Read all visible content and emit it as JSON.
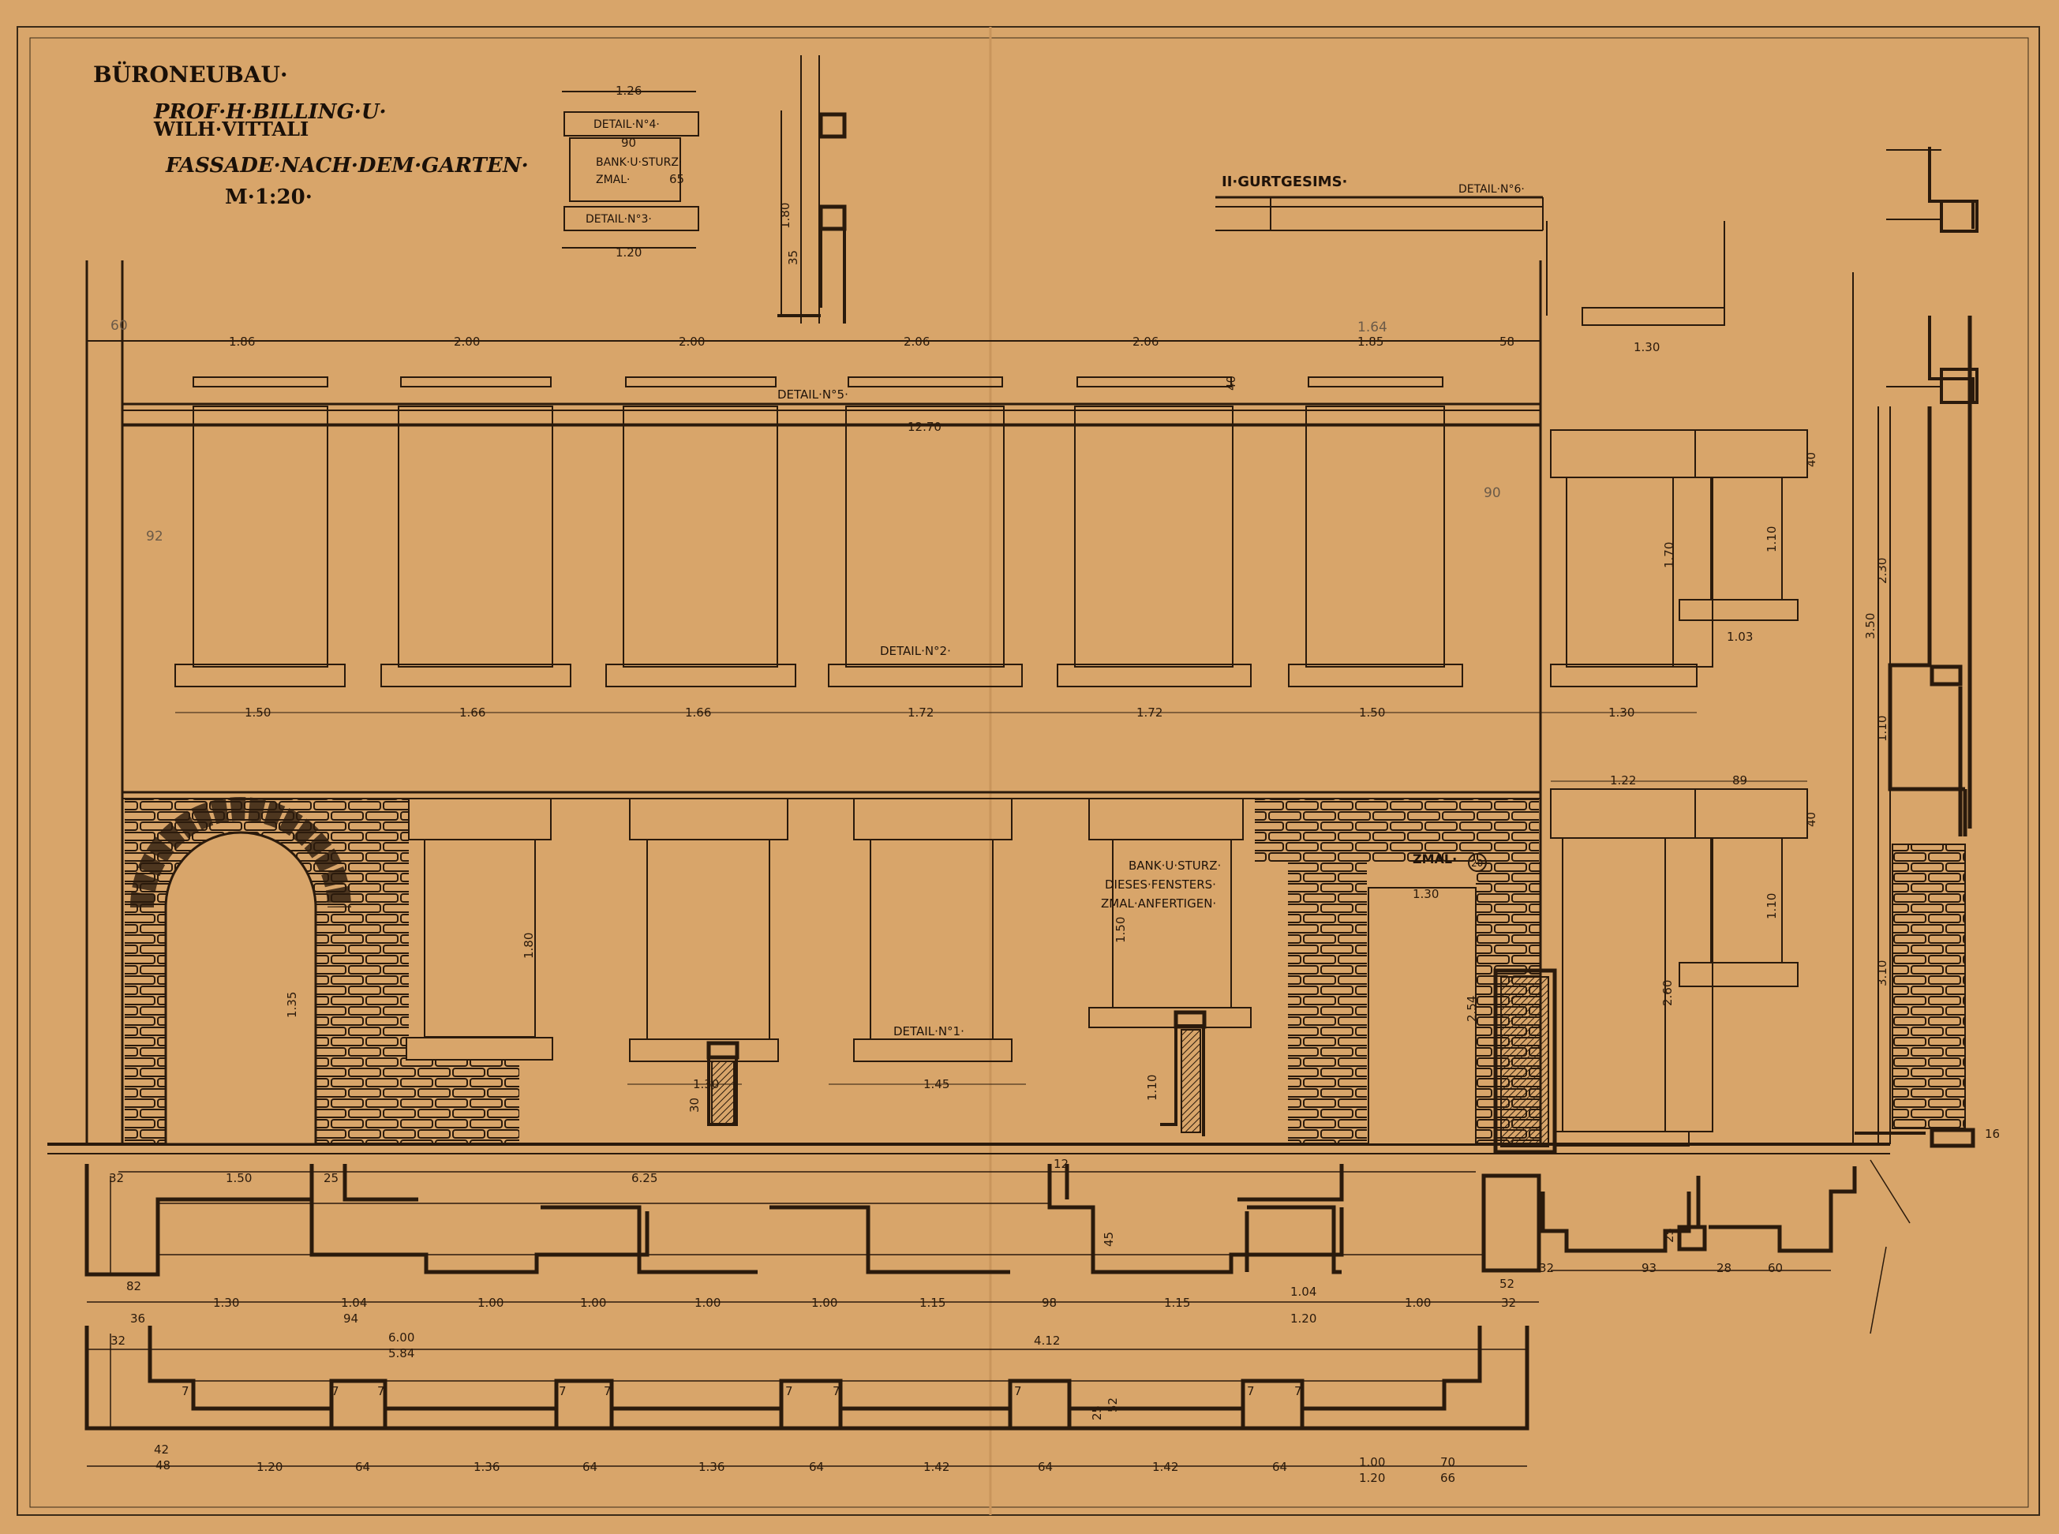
{
  "title_block": {
    "line1": "BÜRONEUBAU·",
    "line2": "PROF·H·BILLING·U·",
    "line3": "WILH·VITTALI",
    "line4": "FASSADE·NACH·DEM·GARTEN·",
    "scale": "M·1:20·"
  },
  "detail_labels": {
    "d4": "DETAIL·N°4·",
    "bank_sturz_top": "BANK·U·STURZ·",
    "zmal_top": "ZMAL·",
    "d3": "DETAIL·N°3·",
    "gurtgesims": "II·GURTGESIMS·",
    "d6": "DETAIL·N°6·",
    "d5": "DETAIL·N°5·",
    "d2": "DETAIL·N°2·",
    "d1": "DETAIL·N°1·",
    "bank1": "BANK·U·STURZ·",
    "bank2": "DIESES·FENSTERS·",
    "bank3": "ZMAL·ANFERTIGEN·",
    "zmal_mid": "ZMAL·",
    "zmal_circle": "20"
  },
  "dims": {
    "d126": "1.26",
    "d90": "90",
    "d120": "1.20",
    "d65": "65",
    "d180v": "1.80",
    "d35": "35",
    "top": [
      "1.86",
      "2.00",
      "2.00",
      "2.06",
      "2.06",
      "1.85",
      "58"
    ],
    "pencil_60": "60",
    "pencil_164": "1.64",
    "d1270": "12.70",
    "pencil_92": "92",
    "pencil_90": "90",
    "d40": "40",
    "d170": "1.70",
    "d110": "1.10",
    "d103": "1.03",
    "d130r": "1.30",
    "upper_sills": [
      "1.50",
      "1.66",
      "1.66",
      "1.72",
      "1.72",
      "1.50",
      "1.30"
    ],
    "d122": "1.22",
    "d89": "89",
    "d40b": "40",
    "d180b": "1.80",
    "d135": "1.35",
    "d150b": "1.50",
    "d130b": "1.30",
    "d254": "2.54",
    "d260": "2.60",
    "d110b": "1.10",
    "d110c": "1.10",
    "d145": "1.45",
    "d130c": "1.30",
    "d30": "30",
    "side_230": "2.30",
    "side_350": "3.50",
    "side_110": "1.10",
    "side_310": "3.10",
    "side_16": "16",
    "plan1_top": [
      "32",
      "1.50",
      "25",
      "6.25",
      "12"
    ],
    "plan1_bottom": [
      "1.30",
      "1.04",
      "1.00",
      "1.00",
      "1.00",
      "1.00",
      "1.15",
      "98",
      "1.15",
      "1.04",
      "1.00",
      "32"
    ],
    "plan1_extra": [
      "82",
      "36",
      "94",
      "1.20",
      "52",
      "45"
    ],
    "plan_side": [
      "32",
      "93",
      "28",
      "60",
      "25"
    ],
    "plan2_top": [
      "32",
      "6.00",
      "5.84",
      "4.12"
    ],
    "plan2_bottom": [
      "1.20",
      "64",
      "1.36",
      "64",
      "1.36",
      "64",
      "1.42",
      "64",
      "1.42",
      "64",
      "1.00",
      "70"
    ],
    "plan2_extra": [
      "42",
      "48",
      "1.20",
      "66",
      "25",
      "52"
    ],
    "sevens": [
      "7",
      "7",
      "7",
      "7",
      "7",
      "7",
      "7",
      "7",
      "7",
      "7"
    ]
  },
  "colors": {
    "paper": "#d8a56a",
    "ink": "#2a1a0c",
    "pencil": "#6b5a48"
  }
}
